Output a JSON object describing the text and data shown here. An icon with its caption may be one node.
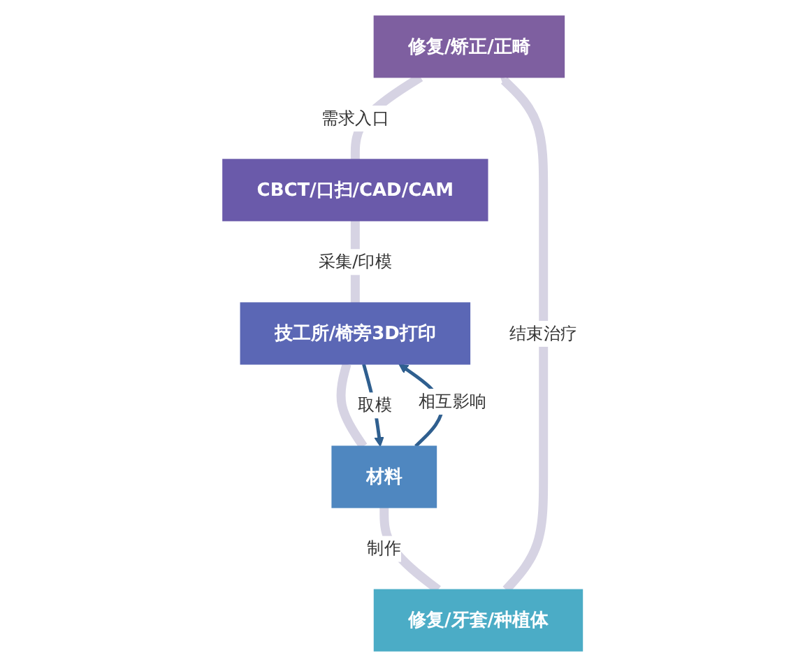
{
  "diagram": {
    "nodes": [
      {
        "text": [
          "修复/矫正/正畸"
        ]
      },
      {
        "text": [
          "CBCT/口扫/CAD/CAM"
        ]
      },
      {
        "text": [
          "技工所/椅旁3D打印"
        ]
      },
      {
        "text": [
          "材料"
        ]
      },
      {
        "text": [
          "修复/牙套/种植体"
        ]
      }
    ],
    "edges": [
      {
        "from": 0,
        "to": 1,
        "arrow": "none",
        "label": "需求入口"
      },
      {
        "from": 1,
        "to": 2,
        "arrow": "none",
        "label": "采集/印模"
      },
      {
        "from": 2,
        "to": 3,
        "arrow": "none"
      },
      {
        "from": 3,
        "to": 4,
        "arrow": "none",
        "label": "制作"
      },
      {
        "from": 4,
        "to": 0,
        "arrow": "to",
        "label": "结束治疗"
      },
      {
        "from": 3,
        "to": 2,
        "arrow": "to",
        "label": "相互影响",
        "color": "#2f5f8f"
      },
      {
        "from": 2,
        "to": 3,
        "arrow": "to",
        "label": "取模",
        "color": "#2f5f8f"
      }
    ]
  }
}
